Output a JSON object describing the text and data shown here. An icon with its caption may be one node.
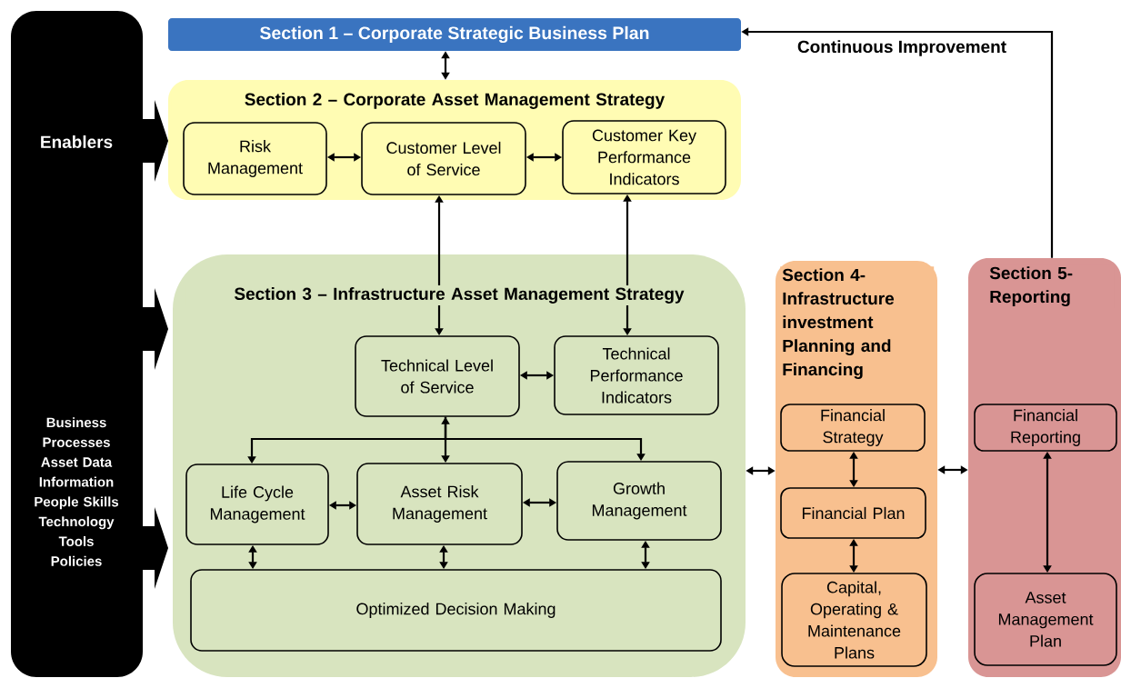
{
  "diagram": {
    "nodes": [
      {
        "text": [
          "Enablers",
          "Business Processes Asset Data Information People Skills Technology Tools Policies"
        ]
      },
      {
        "text": [
          "Section 1 – Corporate Strategic Business Plan"
        ]
      },
      {
        "text": [
          "Section 2 – Corporate Asset Management Strategy"
        ]
      },
      {
        "text": [
          "Risk Management"
        ],
        "in": 2
      },
      {
        "text": [
          "Customer Level of Service"
        ],
        "in": 2
      },
      {
        "text": [
          "Customer Key Performance Indicators"
        ],
        "in": 2
      },
      {
        "text": [
          "Section 3 – Infrastructure Asset Management Strategy"
        ]
      },
      {
        "text": [
          "Technical Level of Service"
        ],
        "in": 6
      },
      {
        "text": [
          "Technical Performance Indicators"
        ],
        "in": 6
      },
      {
        "text": [
          "Life Cycle Management"
        ],
        "in": 6
      },
      {
        "text": [
          "Asset Risk Management"
        ],
        "in": 6
      },
      {
        "text": [
          "Growth Management"
        ],
        "in": 6
      },
      {
        "text": [
          "Optimized Decision Making"
        ],
        "in": 6
      },
      {
        "text": [
          "Section 4- Infrastructure investment Planning and Financing"
        ]
      },
      {
        "text": [
          "Financial Strategy"
        ],
        "in": 13
      },
      {
        "text": [
          "Financial Plan"
        ],
        "in": 13
      },
      {
        "text": [
          "Capital, Operating & Maintenance Plans"
        ],
        "in": 13
      },
      {
        "text": [
          "Section 5- Reporting"
        ]
      },
      {
        "text": [
          "Financial Reporting"
        ],
        "in": 17
      },
      {
        "text": [
          "Asset Management Plan"
        ],
        "in": 17
      }
    ],
    "edges": [
      {
        "from": 1,
        "to": 2,
        "arrow": "both"
      },
      {
        "from": 3,
        "to": 4,
        "arrow": "both"
      },
      {
        "from": 4,
        "to": 5,
        "arrow": "both"
      },
      {
        "from": 4,
        "to": 7,
        "arrow": "both"
      },
      {
        "from": 5,
        "to": 8,
        "arrow": "both"
      },
      {
        "from": 7,
        "to": 8,
        "arrow": "both"
      },
      {
        "from": 7,
        "to": 9,
        "arrow": "to"
      },
      {
        "from": 7,
        "to": 10,
        "arrow": "both"
      },
      {
        "from": 7,
        "to": 11,
        "arrow": "to"
      },
      {
        "from": 9,
        "to": 10,
        "arrow": "both"
      },
      {
        "from": 10,
        "to": 11,
        "arrow": "both"
      },
      {
        "from": 9,
        "to": 12,
        "arrow": "both"
      },
      {
        "from": 10,
        "to": 12,
        "arrow": "both"
      },
      {
        "from": 11,
        "to": 12,
        "arrow": "both"
      },
      {
        "from": 6,
        "to": 13,
        "arrow": "both"
      },
      {
        "from": 14,
        "to": 15,
        "arrow": "both"
      },
      {
        "from": 15,
        "to": 16,
        "arrow": "both"
      },
      {
        "from": 13,
        "to": 17,
        "arrow": "both"
      },
      {
        "from": 18,
        "to": 19,
        "arrow": "both"
      },
      {
        "from": 17,
        "to": 1,
        "arrow": "to",
        "label": "Continuous Improvement"
      }
    ]
  }
}
